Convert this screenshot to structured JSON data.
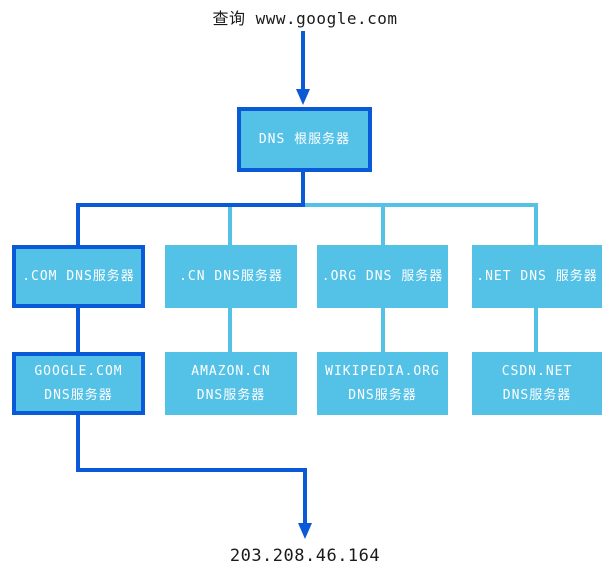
{
  "colors": {
    "dark_blue": "#0a59d6",
    "light_blue": "#54c1e7",
    "node_text": "#ffffff",
    "caption_text": "#1a1a1a",
    "background": "#ffffff"
  },
  "query": {
    "label": "查询 www.google.com"
  },
  "root_server": {
    "label": "DNS 根服务器"
  },
  "tld_servers": [
    {
      "label": ".COM DNS服务器"
    },
    {
      "label": ".CN DNS服务器"
    },
    {
      "label": ".ORG DNS 服务器"
    },
    {
      "label": ".NET DNS 服务器"
    }
  ],
  "authoritative_servers": [
    {
      "line1": "GOOGLE.COM",
      "line2": "DNS服务器"
    },
    {
      "line1": "AMAZON.CN",
      "line2": "DNS服务器"
    },
    {
      "line1": "WIKIPEDIA.ORG",
      "line2": "DNS服务器"
    },
    {
      "line1": "CSDN.NET",
      "line2": "DNS服务器"
    }
  ],
  "result": {
    "ip": "203.208.46.164"
  }
}
